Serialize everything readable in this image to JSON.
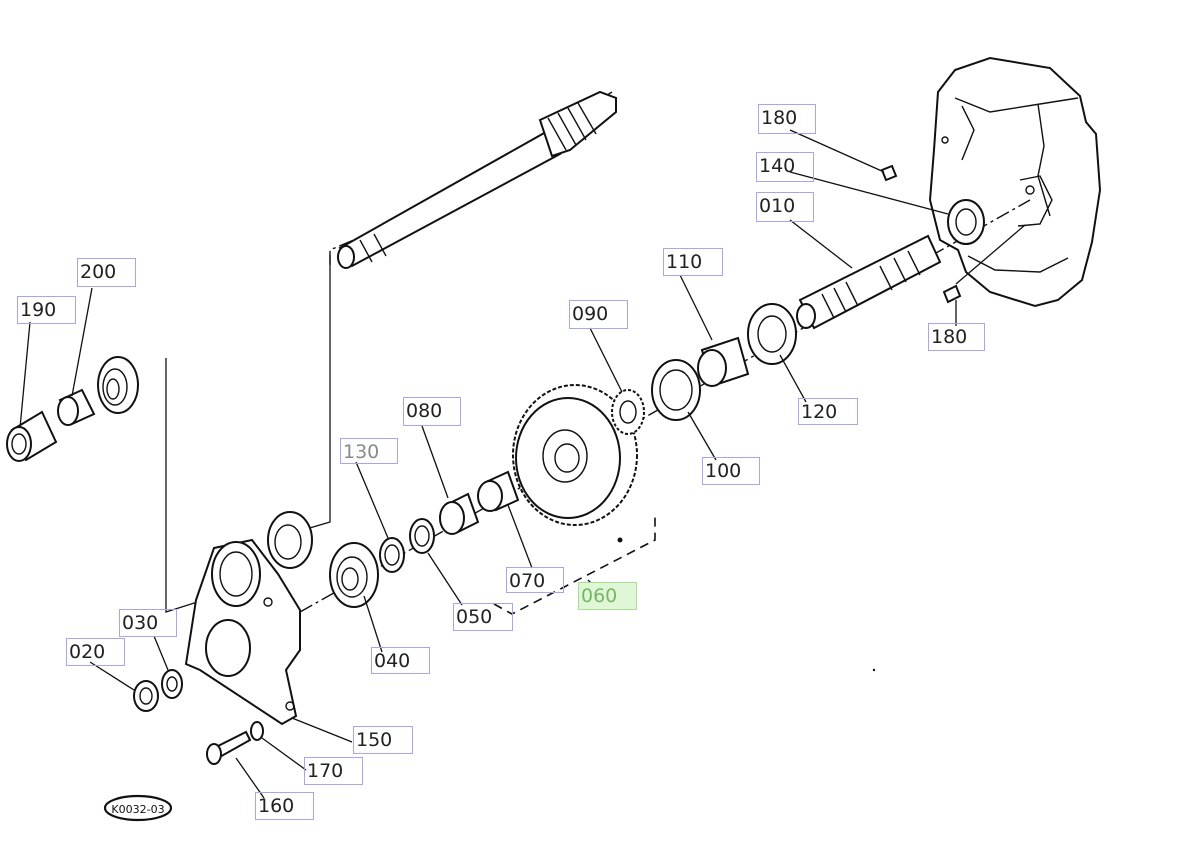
{
  "callouts": [
    {
      "id": "c180a",
      "label": "180"
    },
    {
      "id": "c140",
      "label": "140"
    },
    {
      "id": "c010",
      "label": "010"
    },
    {
      "id": "c110",
      "label": "110"
    },
    {
      "id": "c200",
      "label": "200"
    },
    {
      "id": "c190",
      "label": "190"
    },
    {
      "id": "c090",
      "label": "090"
    },
    {
      "id": "c180b",
      "label": "180"
    },
    {
      "id": "c120",
      "label": "120"
    },
    {
      "id": "c080",
      "label": "080"
    },
    {
      "id": "c130",
      "label": "130"
    },
    {
      "id": "c100",
      "label": "100"
    },
    {
      "id": "c070",
      "label": "070"
    },
    {
      "id": "c060",
      "label": "060",
      "selected": true
    },
    {
      "id": "c050",
      "label": "050"
    },
    {
      "id": "c030",
      "label": "030"
    },
    {
      "id": "c040",
      "label": "040"
    },
    {
      "id": "c020",
      "label": "020"
    },
    {
      "id": "c150",
      "label": "150"
    },
    {
      "id": "c170",
      "label": "170"
    },
    {
      "id": "c160",
      "label": "160"
    }
  ],
  "drawing_code": "K0032-03",
  "colors": {
    "selected_bg": "#dff7d6",
    "selected_text": "#79b566",
    "hotspot_border": "#a6a6e8",
    "line": "#111111"
  }
}
